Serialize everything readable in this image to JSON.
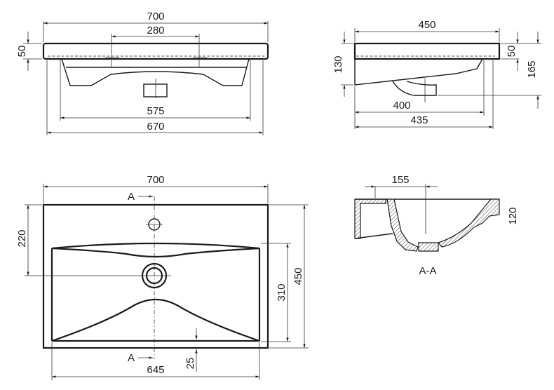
{
  "front_view": {
    "overall_width": "700",
    "tap_hole_spacing": "280",
    "slab_thickness": "50",
    "basin_width": "575",
    "lower_width": "670"
  },
  "side_view": {
    "depth": "450",
    "body_height": "130",
    "slab_thickness": "50",
    "total_height": "165",
    "drain_offset": "400",
    "lower_depth": "435"
  },
  "top_view": {
    "overall_width": "700",
    "drain_from_back": "220",
    "basin_depth": "310",
    "overall_depth": "450",
    "front_rim": "25",
    "basin_width": "645",
    "section_marker_top": "A",
    "section_marker_bottom": "A"
  },
  "section_view": {
    "title": "A-A",
    "drain_offset": "155",
    "basin_height": "120"
  }
}
